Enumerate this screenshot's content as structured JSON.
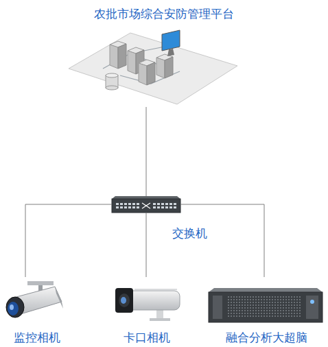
{
  "diagram": {
    "nodes": [
      {
        "text": [
          "农批市场综合安防管理平台"
        ]
      },
      {
        "text": [
          "交换机"
        ]
      },
      {
        "text": [
          "监控相机"
        ]
      },
      {
        "text": [
          "卡口相机"
        ]
      },
      {
        "text": [
          "融合分析大超脑"
        ]
      }
    ],
    "edges": [
      {
        "from": 0,
        "to": 1,
        "arrow": "none"
      },
      {
        "from": 1,
        "to": 2,
        "arrow": "none"
      },
      {
        "from": 1,
        "to": 3,
        "arrow": "none"
      },
      {
        "from": 1,
        "to": 4,
        "arrow": "none"
      }
    ]
  }
}
